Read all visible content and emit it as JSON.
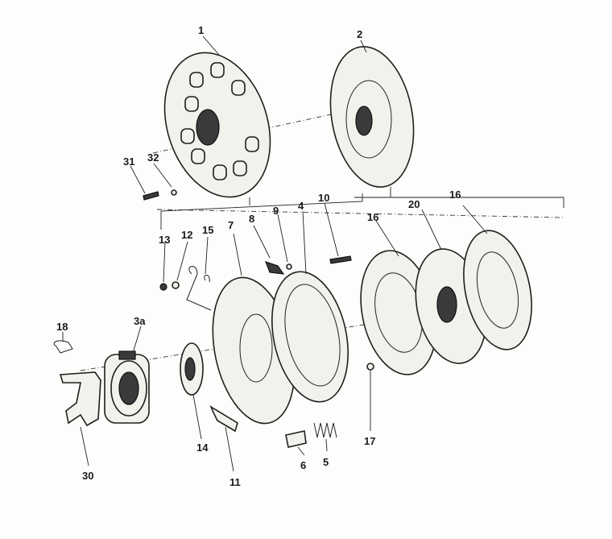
{
  "diagram": {
    "title": "Clutch assembly exploded view",
    "labels": {
      "p1": "1",
      "p2": "2",
      "p31": "31",
      "p32": "32",
      "p13": "13",
      "p12": "12",
      "p15": "15",
      "p7": "7",
      "p8": "8",
      "p9": "9",
      "p4": "4",
      "p10": "10",
      "p16a": "16",
      "p20": "20",
      "p16b": "16",
      "p18": "18",
      "p3a": "3a",
      "p14": "14",
      "p30": "30",
      "p11": "11",
      "p6": "6",
      "p5": "5",
      "p17": "17"
    }
  }
}
